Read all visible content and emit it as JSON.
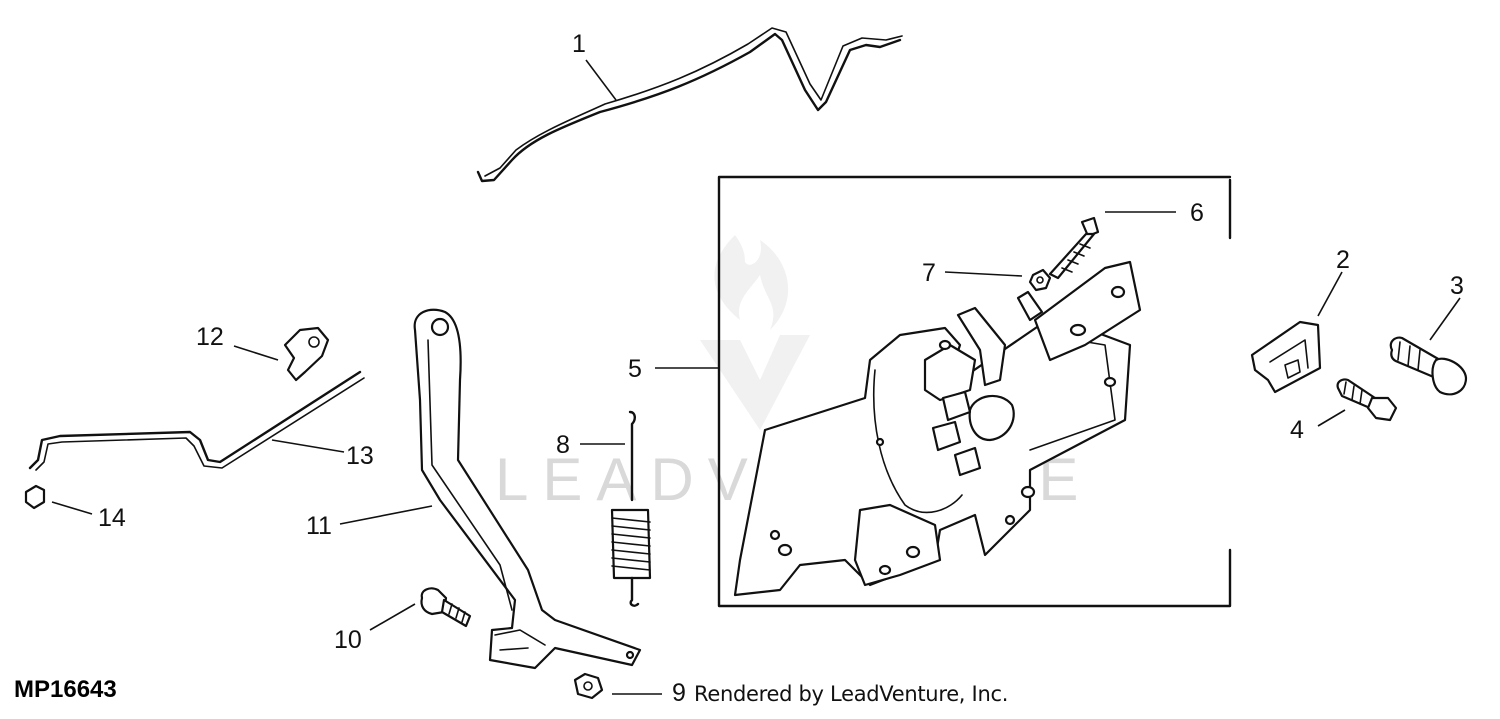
{
  "diagram": {
    "id_label": "MP16643",
    "credit": "Rendered by LeadVenture, Inc.",
    "watermark": "LEADVENTURE",
    "callouts": [
      "1",
      "2",
      "3",
      "4",
      "5",
      "6",
      "7",
      "8",
      "9",
      "10",
      "11",
      "12",
      "13",
      "14"
    ]
  }
}
